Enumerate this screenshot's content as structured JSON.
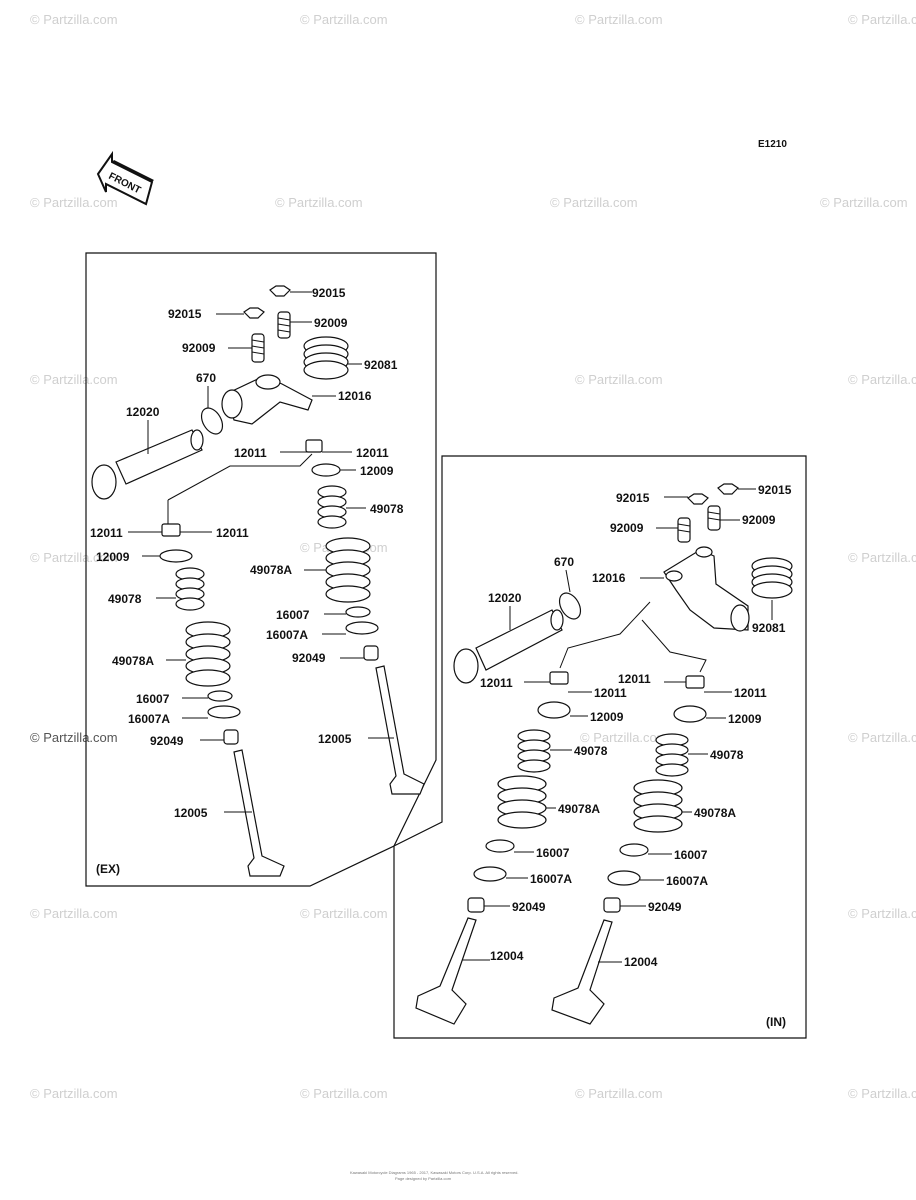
{
  "diagram_code": "E1210",
  "front_arrow_label": "FRONT",
  "watermark": "© Partzilla.com",
  "footer_line1": "Kawasaki Motorcycle Diagrams 1965 - 2017, Kawasaki Motors Corp. U.S.A. All rights reserved.",
  "footer_line2": "Page designed by Partzilla.com",
  "panels": {
    "ex": {
      "tag": "(EX)",
      "labels": {
        "p92015a": "92015",
        "p92015b": "92015",
        "p92009a": "92009",
        "p92009b": "92009",
        "p92081": "92081",
        "p670": "670",
        "p12016": "12016",
        "p12020": "12020",
        "p12011a": "12011",
        "p12011b": "12011",
        "p12009r": "12009",
        "p49078r": "49078",
        "p49078Ar": "49078A",
        "p16007r": "16007",
        "p16007Ar": "16007A",
        "p92049r": "92049",
        "p12005r": "12005",
        "p12011c": "12011",
        "p12011d": "12011",
        "p12009l": "12009",
        "p49078l": "49078",
        "p49078Al": "49078A",
        "p16007l": "16007",
        "p16007Al": "16007A",
        "p92049l": "92049",
        "p12005l": "12005"
      }
    },
    "in": {
      "tag": "(IN)",
      "labels": {
        "p92015a": "92015",
        "p92015b": "92015",
        "p92009a": "92009",
        "p92009b": "92009",
        "p670": "670",
        "p12016": "12016",
        "p92081": "92081",
        "p12020": "12020",
        "p12011a": "12011",
        "p12011b": "12011",
        "p12011c": "12011",
        "p12011d": "12011",
        "p12009l": "12009",
        "p12009r": "12009",
        "p49078l": "49078",
        "p49078r": "49078",
        "p49078Al": "49078A",
        "p49078Ar": "49078A",
        "p16007l": "16007",
        "p16007r": "16007",
        "p16007Al": "16007A",
        "p16007Ar": "16007A",
        "p92049l": "92049",
        "p92049r": "92049",
        "p12004l": "12004",
        "p12004r": "12004"
      }
    }
  }
}
